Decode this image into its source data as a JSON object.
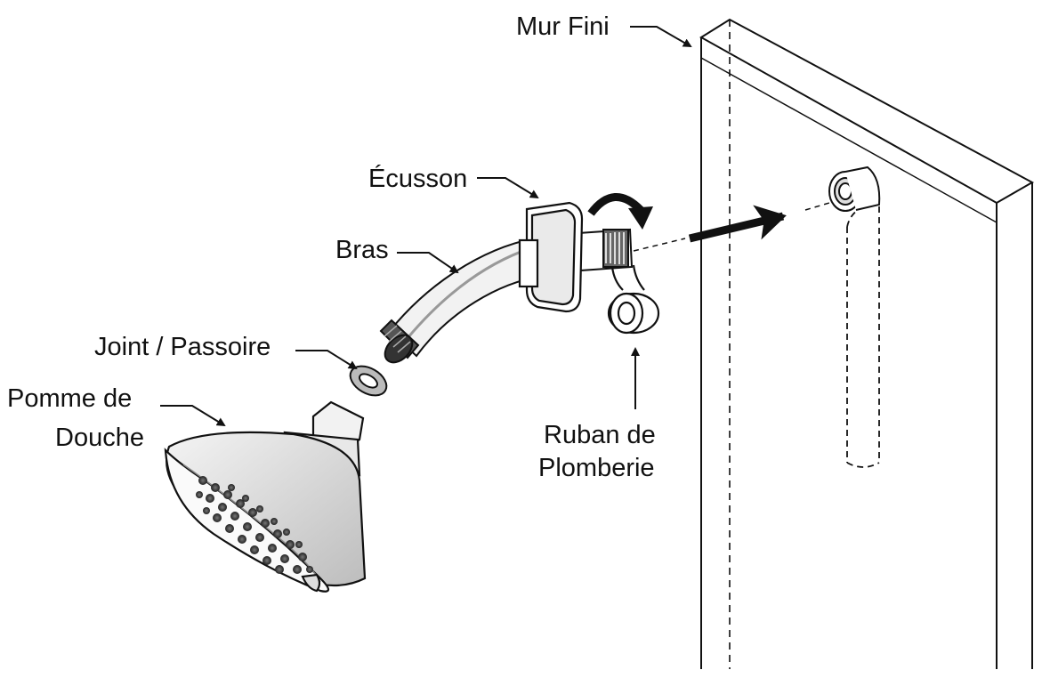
{
  "labels": {
    "finished_wall": "Mur Fini",
    "escutcheon": "Écusson",
    "arm": "Bras",
    "gasket": "Joint / Passoire",
    "shower_head_line1": "Pomme de",
    "shower_head_line2": "Douche",
    "plumber_tape_line1": "Ruban de",
    "plumber_tape_line2": "Plomberie"
  },
  "colors": {
    "ink": "#111111",
    "background": "#ffffff",
    "metal_light": "#e6e6e6",
    "metal_dark": "#555555"
  }
}
